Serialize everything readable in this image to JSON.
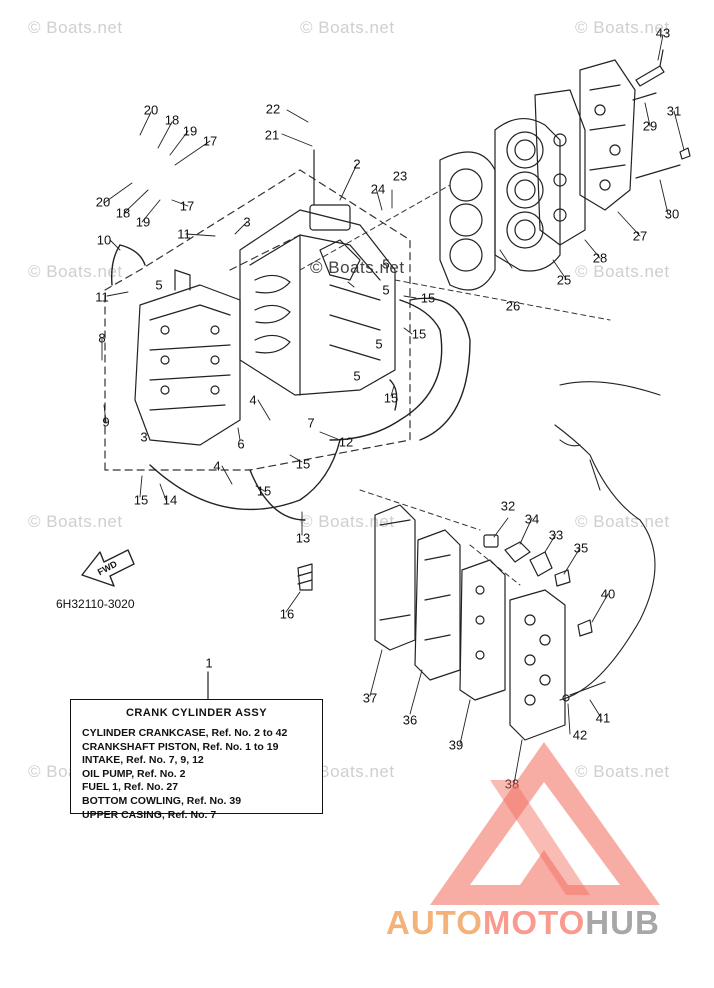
{
  "watermark_text": "© Boats.net",
  "diagram_code": "6H32110-3020",
  "fwd_label": "FWD",
  "callouts": [
    "1",
    "2",
    "3",
    "3",
    "4",
    "4",
    "5",
    "5",
    "5",
    "5",
    "5",
    "6",
    "7",
    "8",
    "9",
    "10",
    "11",
    "11",
    "12",
    "13",
    "14",
    "15",
    "15",
    "15",
    "15",
    "15",
    "15",
    "16",
    "17",
    "17",
    "18",
    "18",
    "19",
    "19",
    "20",
    "20",
    "21",
    "22",
    "23",
    "24",
    "25",
    "26",
    "27",
    "28",
    "29",
    "30",
    "31",
    "32",
    "33",
    "34",
    "35",
    "36",
    "37",
    "38",
    "39",
    "40",
    "41",
    "42",
    "43"
  ],
  "legend": {
    "title": "CRANK CYLINDER ASSY",
    "rows": [
      "CYLINDER CRANKCASE,   Ref. No. 2 to 42",
      "CRANKSHAFT PISTON,  Ref. No. 1 to 19",
      "INTAKE,  Ref. No. 7, 9, 12",
      "OIL PUMP,  Ref. No. 2",
      "FUEL 1,  Ref. No. 27",
      "BOTTOM COWLING,   Ref. No. 39",
      "UPPER CASING,   Ref. No. 7"
    ]
  },
  "logo": {
    "text_part1": "AUTO",
    "text_part2": "MOTO",
    "text_part3": "HUB",
    "colors": {
      "auto": "#f2b27a",
      "moto": "#fa9a8e",
      "hub": "#a7a7a7",
      "triangle": "#f26a5a"
    }
  }
}
